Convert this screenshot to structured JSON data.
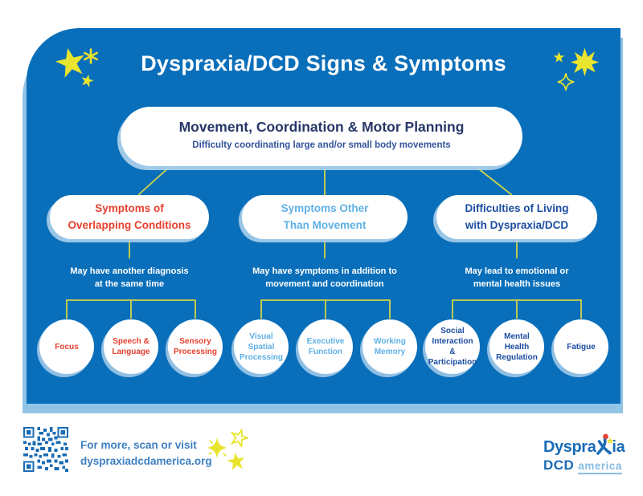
{
  "colors": {
    "panel_blue": "#0a6fba",
    "panel_light_blue": "#92c4e6",
    "connector_yellow": "#d2d545",
    "star_yellow": "#e9e42d",
    "root_title_navy": "#263768",
    "root_subtitle_blue": "#33549b",
    "branch_red": "#e8402f",
    "branch_light_blue": "#5fb0e6",
    "branch_navy": "#1b4da1",
    "footer_text_blue": "#3d7fc1",
    "qr_blue": "#1a6cb5",
    "logo_blue": "#1a6cb7",
    "logo_light_blue": "#85bce4",
    "logo_red": "#e8402f"
  },
  "header": {
    "title": "Dyspraxia/DCD Signs & Symptoms"
  },
  "root": {
    "title": "Movement, Coordination & Motor Planning",
    "subtitle": "Difficulty coordinating large and/or small body movements"
  },
  "branches": [
    {
      "title": "Symptoms of\nOverlapping Conditions",
      "description": "May have another diagnosis\nat the same time",
      "color": "#e8402f",
      "circles": [
        "Focus",
        "Speech &\nLanguage",
        "Sensory\nProcessing"
      ]
    },
    {
      "title": "Symptoms Other\nThan Movement",
      "description": "May have symptoms in addition to\nmovement and coordination",
      "color": "#5fb0e6",
      "circles": [
        "Visual\nSpatial\nProcessing",
        "Executive\nFunction",
        "Working\nMemory"
      ]
    },
    {
      "title": "Difficulties of Living\nwith Dyspraxia/DCD",
      "description": "May lead to emotional or\nmental health issues",
      "color": "#1b4da1",
      "circles": [
        "Social\nInteraction &\nParticipation",
        "Mental\nHealth\nRegulation",
        "Fatigue"
      ]
    }
  ],
  "footer": {
    "cta_line1": "For more, scan or visit",
    "cta_line2": "dyspraxiadcdamerica.org",
    "logo": {
      "name_prefix": "Dyspra",
      "name_suffix": "ia",
      "org": "DCD",
      "region": "america"
    }
  }
}
